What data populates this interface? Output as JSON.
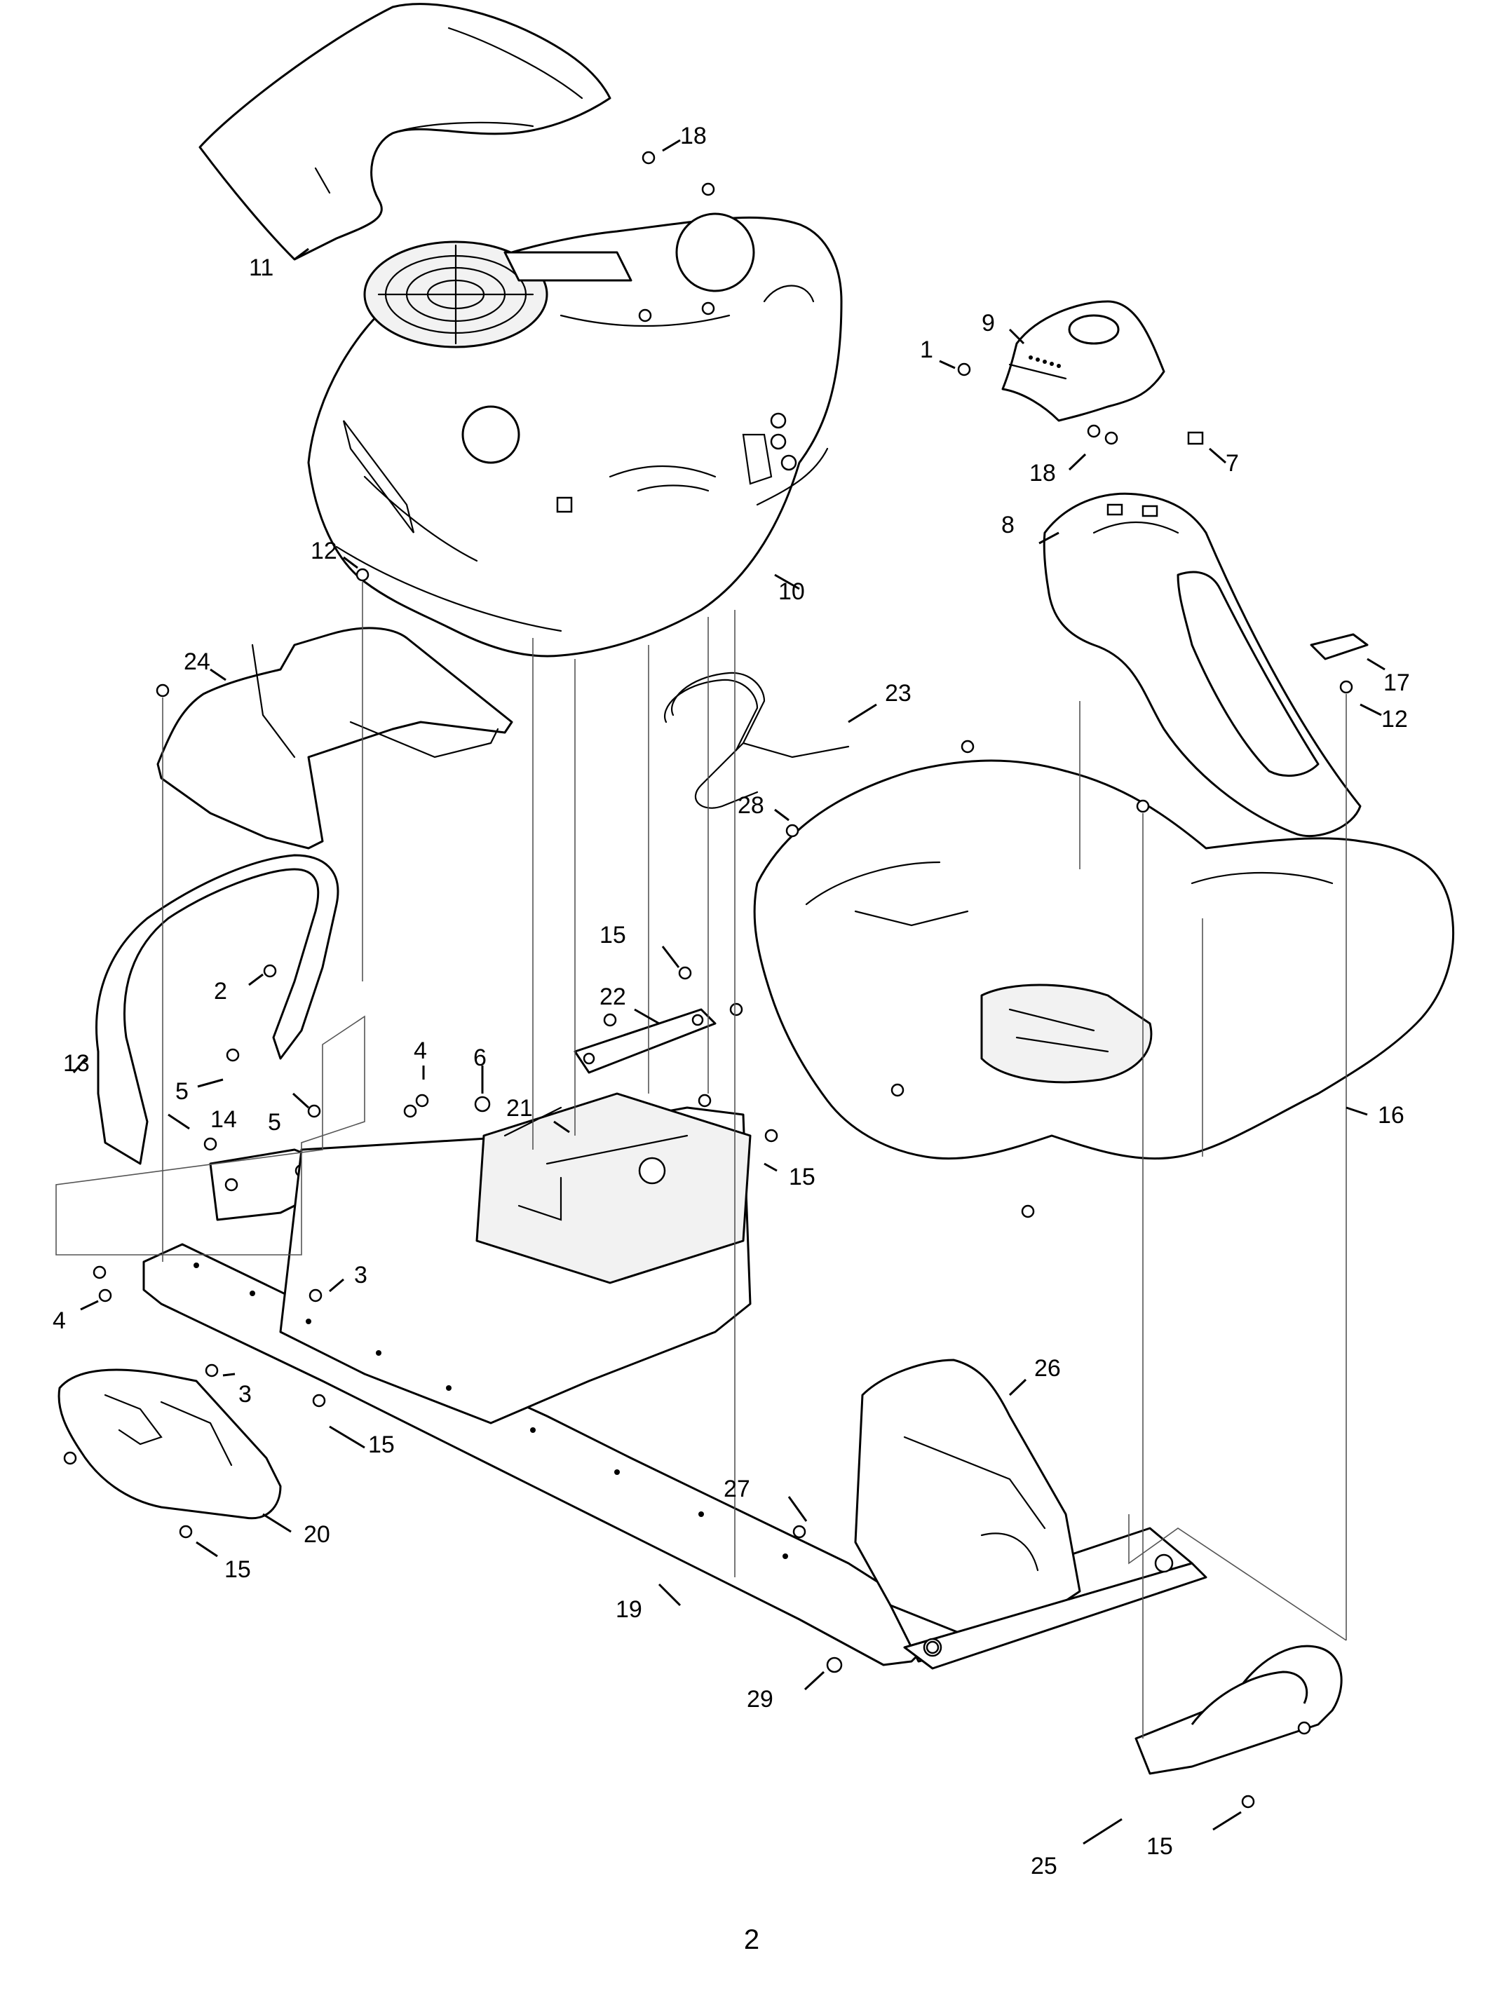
{
  "callouts": {
    "c1": "1",
    "c2": "2",
    "c3a": "3",
    "c3b": "3",
    "c4a": "4",
    "c4b": "4",
    "c5a": "5",
    "c5b": "5",
    "c6": "6",
    "c7": "7",
    "c8": "8",
    "c9": "9",
    "c10": "10",
    "c11": "11",
    "c12a": "12",
    "c12b": "12",
    "c13": "13",
    "c14": "14",
    "c15a": "15",
    "c15b": "15",
    "c15c": "15",
    "c15d": "15",
    "c15e": "15",
    "c16": "16",
    "c17": "17",
    "c18a": "18",
    "c18b": "18",
    "c19": "19",
    "c20": "20",
    "c21": "21",
    "c22": "22",
    "c23": "23",
    "c24": "24",
    "c25": "25",
    "c26": "26",
    "c27": "27",
    "c28": "28",
    "c29": "29"
  },
  "page_number": "2"
}
